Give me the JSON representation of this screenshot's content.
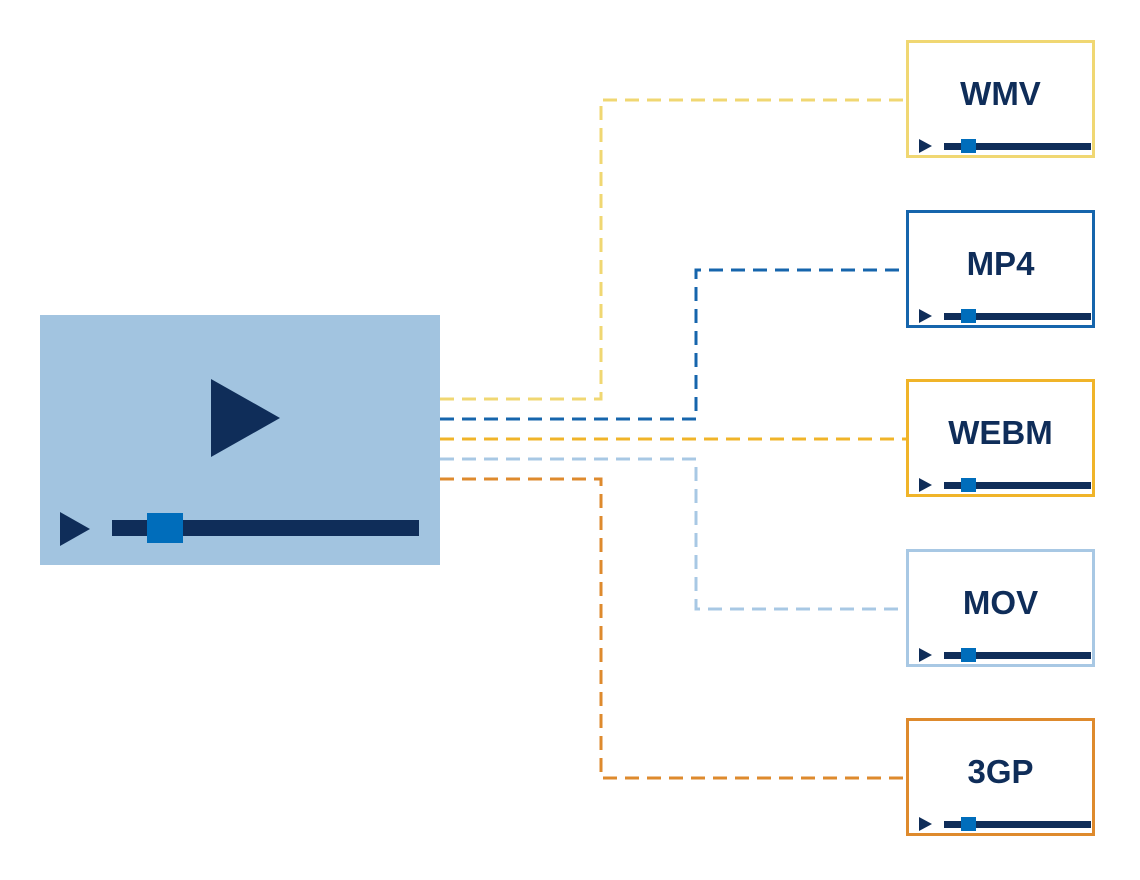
{
  "source": {
    "name": "source-video",
    "color": "#a2c4e0"
  },
  "formats": [
    {
      "label": "WMV",
      "color": "#f0d772"
    },
    {
      "label": "MP4",
      "color": "#1665ac"
    },
    {
      "label": "WEBM",
      "color": "#f0b429"
    },
    {
      "label": "MOV",
      "color": "#a8c8e4"
    },
    {
      "label": "3GP",
      "color": "#de8a2d"
    }
  ],
  "colors": {
    "navy": "#0f2d59",
    "slider_blue": "#006dbb"
  }
}
